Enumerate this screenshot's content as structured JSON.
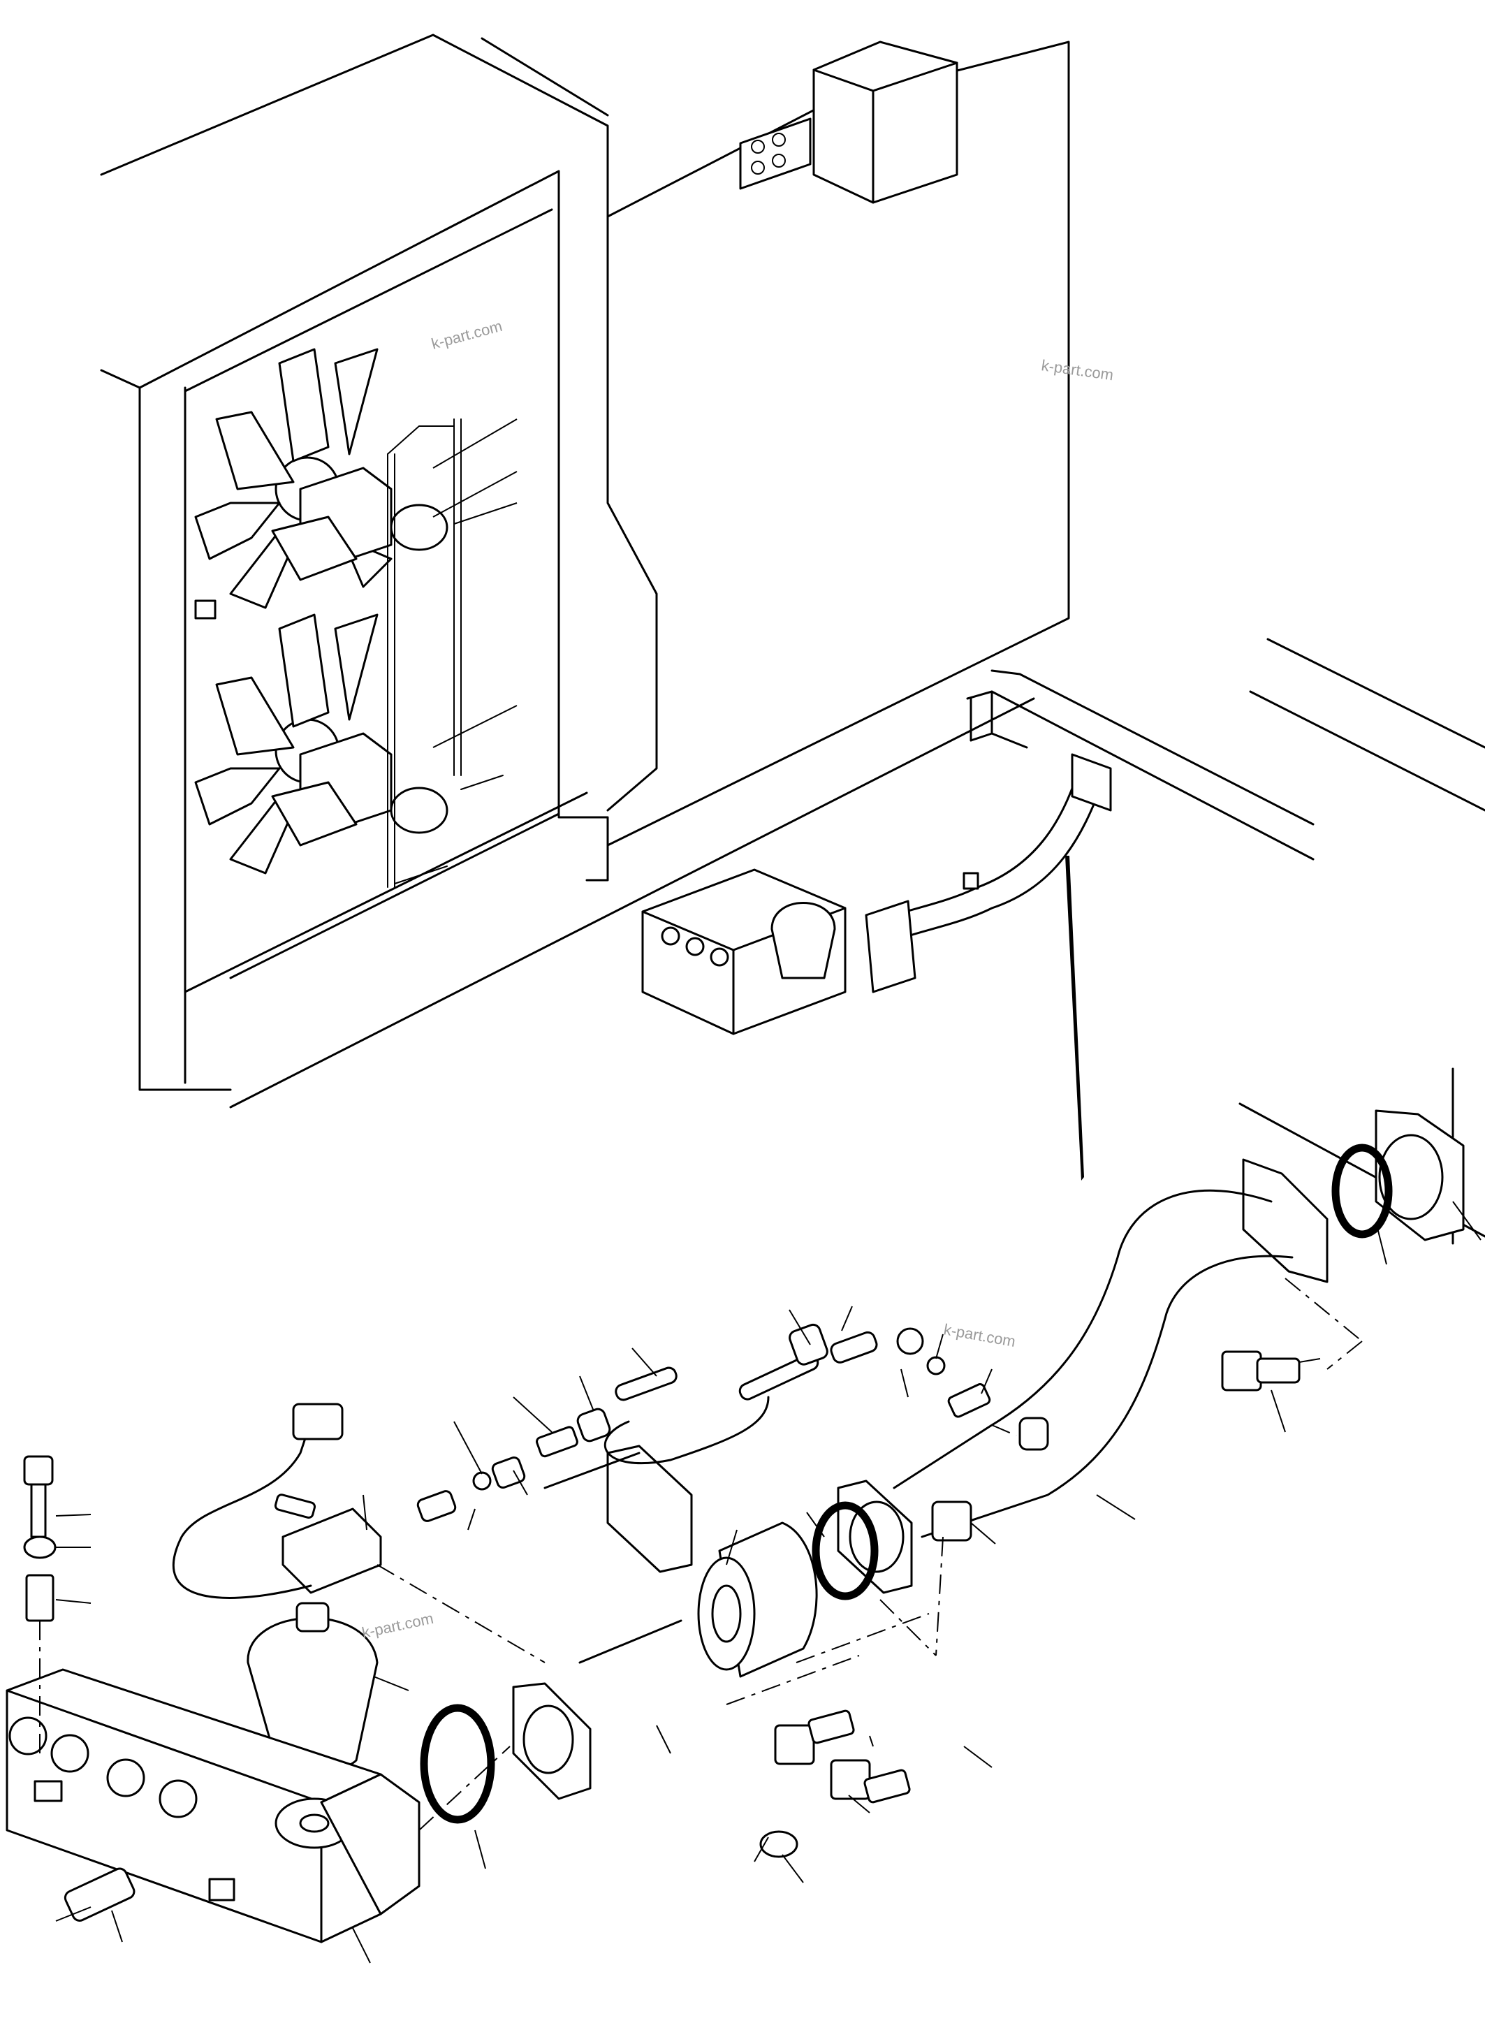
{
  "watermark": {
    "text_1": "k-part.com",
    "text_2": "k-part.com",
    "text_3": "k-part.com",
    "text_4": "k-part.com"
  },
  "colors": {
    "line": "#000000",
    "background": "#ffffff",
    "watermark": "#9a9a9a"
  }
}
